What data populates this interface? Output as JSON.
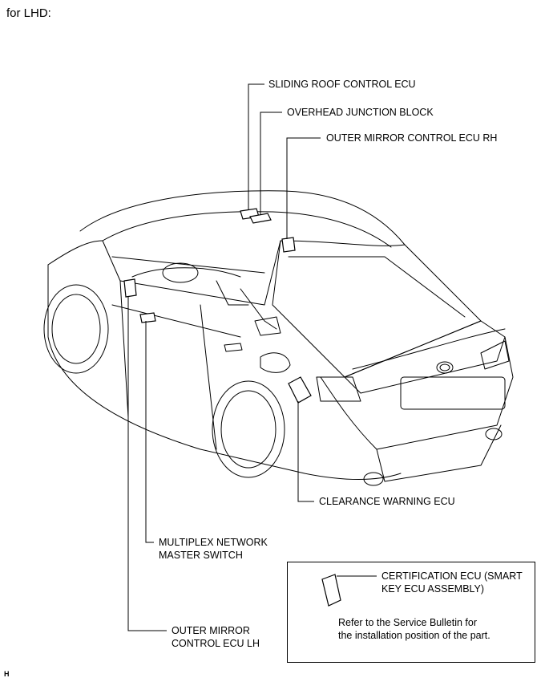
{
  "header": {
    "title": "for LHD:"
  },
  "labels": {
    "sliding_roof": "SLIDING ROOF CONTROL ECU",
    "overhead_junction": "OVERHEAD JUNCTION BLOCK",
    "outer_mirror_rh": "OUTER MIRROR CONTROL ECU RH",
    "clearance_warning": "CLEARANCE WARNING ECU",
    "multiplex_line1": "MULTIPLEX NETWORK",
    "multiplex_line2": "MASTER SWITCH",
    "outer_mirror_lh_line1": "OUTER MIRROR",
    "outer_mirror_lh_line2": "CONTROL ECU LH"
  },
  "note": {
    "certification_line1": "CERTIFICATION ECU (SMART",
    "certification_line2": "KEY ECU ASSEMBLY)",
    "refer_line1": "Refer to the Service Bulletin for",
    "refer_line2": "the installation position of the part."
  },
  "footer": {
    "code": "H"
  }
}
